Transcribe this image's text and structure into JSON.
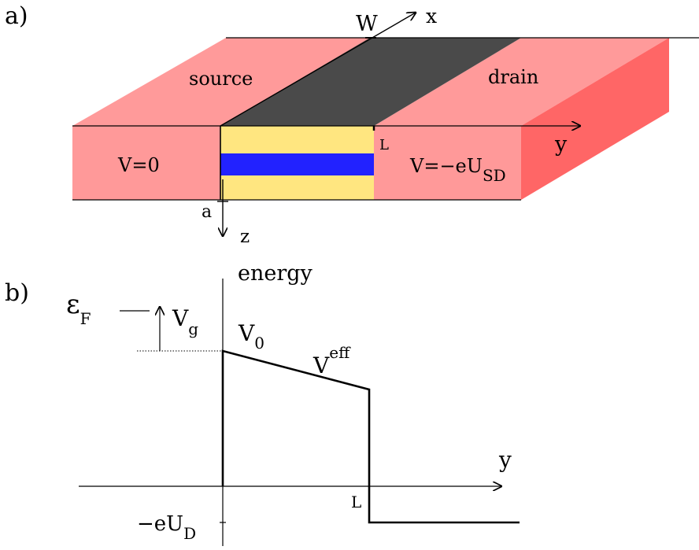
{
  "panel_a": {
    "label": "a)",
    "x_axis": "x",
    "y_axis": "y",
    "z_axis": "z",
    "width_label": "W",
    "length_label": "L",
    "depth_label": "a",
    "source_label": "source",
    "drain_label": "drain",
    "source_potential": "V=0",
    "drain_potential_main": "V=−eU",
    "drain_potential_sub": "SD"
  },
  "panel_b": {
    "label": "b)",
    "y_axis_label": "energy",
    "x_axis_label": "y",
    "fermi_main": "ε",
    "fermi_sub": "F",
    "gate_main": "V",
    "gate_sub": "g",
    "v0_main": "V",
    "v0_sub": "0",
    "veff_main": "V",
    "veff_sup": "eff",
    "length_label": "L",
    "bias_main": "−eU",
    "bias_sub": "D"
  },
  "colors": {
    "contact_top": "#ff9a9a",
    "contact_front": "#ff9999",
    "contact_side": "#ff6666",
    "gate": "#4a4a4a",
    "barrier": "#ffe680",
    "well": "#2222ff"
  }
}
